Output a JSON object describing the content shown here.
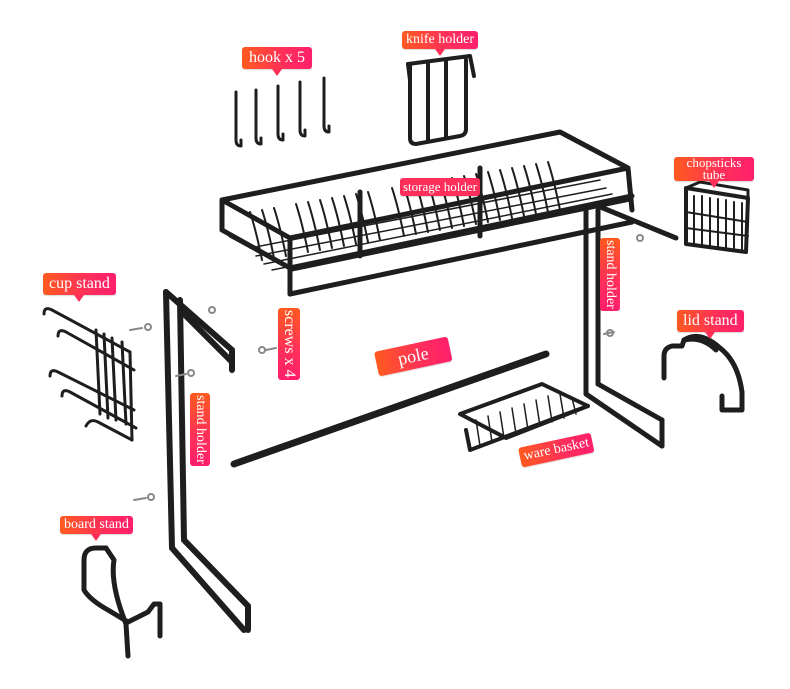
{
  "labels": {
    "hook": "hook x 5",
    "knife_holder": "knife holder",
    "storage_holder": "storage holder",
    "chopsticks_line1": "chopsticks",
    "chopsticks_line2": "tube",
    "stand_holder_right": "stand holder",
    "cup_stand": "cup stand",
    "screws": "screws x 4",
    "pole": "pole",
    "lid_stand": "lid stand",
    "stand_holder_left": "stand holder",
    "ware_basket": "ware basket",
    "board_stand": "board stand"
  },
  "colors": {
    "label_start": "#ff5a1f",
    "label_end": "#ff1f6b",
    "metal": "#1e1e1e",
    "label_text": "#ffffff"
  }
}
